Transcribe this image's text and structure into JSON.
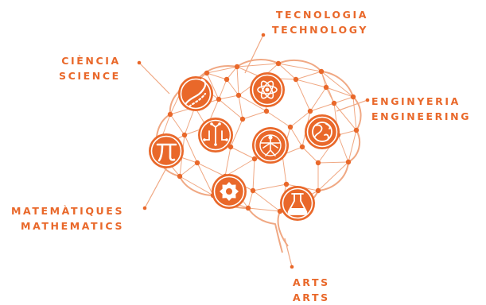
{
  "accent_color": "#e9682a",
  "categories": [
    {
      "id": "technology",
      "label_ca": "TECNOLOGIA",
      "label_en": "TECHNOLOGY",
      "icon": "atom-icon"
    },
    {
      "id": "science",
      "label_ca": "CIÈNCIA",
      "label_en": "SCIENCE",
      "icon": "dna-icon"
    },
    {
      "id": "engineering",
      "label_ca": "ENGINYERIA",
      "label_en": "ENGINEERING",
      "icon": "globe-icon"
    },
    {
      "id": "mathematics",
      "label_ca": "MATEMÀTIQUES",
      "label_en": "MATHEMATICS",
      "icon": "pi-icon"
    },
    {
      "id": "arts",
      "label_ca": "ARTS",
      "label_en": "ARTS",
      "icon": "vitruvian-man-icon"
    }
  ],
  "extra_icons": [
    "circuit-icon",
    "gear-icon",
    "flask-icon"
  ]
}
